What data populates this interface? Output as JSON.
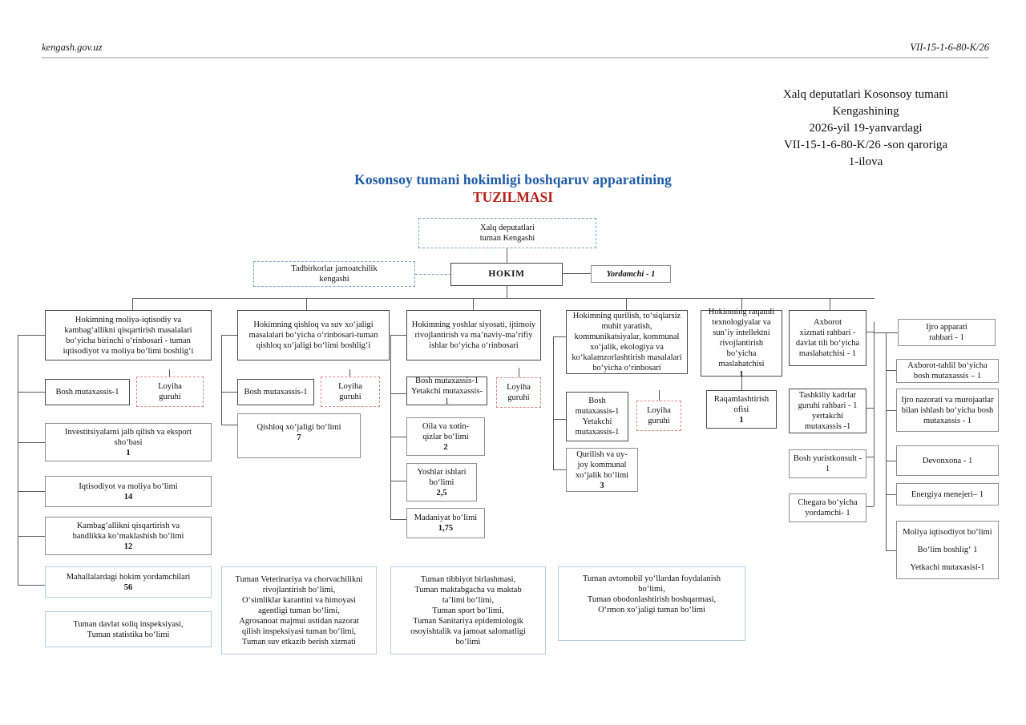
{
  "header": {
    "site": "kengash.gov.uz",
    "doc_code": "VII-15-1-6-80-K/26"
  },
  "approval": {
    "line1": "Xalq deputatlari Kosonsoy tumani",
    "line2": "Kengashining",
    "line3": "2026-yil 19-yanvardagi",
    "line4": "VII-15-1-6-80-K/26 -son qaroriga",
    "line5": "1-ilova"
  },
  "title": {
    "line1": "Kosonsoy tumani hokimligi boshqaruv apparatining",
    "line2": "TUZILMASI",
    "color1": "#1f5ca8",
    "color2": "#b51f18"
  },
  "top": {
    "council": "Xalq deputatlari\ntuman Kengashi",
    "council_l1": "Xalq deputatlari",
    "council_l2": "tuman Kengashi",
    "entrepreneurs_l1": "Tadbirkorlar jamoatchilik",
    "entrepreneurs_l2": "kengashi",
    "hokim": "HOKIM",
    "assistant": "Yordamchi - 1"
  },
  "col1": {
    "head": "Hokimning moliya-iqtisodiy va kambag‘allikni qisqartirish masalalari bo‘yicha birinchi o‘rinbosari - tuman iqtisodiyot va moliya bo‘limi boshlig‘i",
    "chief_spec": "Bosh mutaxassis-1",
    "project_group_l1": "Loyiha",
    "project_group_l2": "guruhi",
    "invest_l1": "Investitsiyalarni jalb qilish va eksport",
    "invest_l2": "sho‘basi",
    "invest_num": "1",
    "econ_l1": "Iqtisodiyot va moliya bo‘limi",
    "econ_num": "14",
    "poverty_l1": "Kambag‘allikni  qisqartirish va",
    "poverty_l2": "bandlikka ko‘maklashish bo‘limi",
    "poverty_num": "12",
    "mahalla_l1": "Mahallalardagi hokim yordamchilari",
    "mahalla_num": "56",
    "tax_l1": "Tuman davlat soliq inspeksiyasi,",
    "tax_l2": "Tuman statistika bo‘limi"
  },
  "col2": {
    "head": "Hokimning qishloq va suv xo‘jaligi masalalari bo‘yicha o‘rinbosari-tuman qishloq xo‘jaligi bo‘limi boshlig‘i",
    "chief_spec": "Bosh mutaxassis-1",
    "project_group_l1": "Loyiha",
    "project_group_l2": "guruhi",
    "agri_l1": "Qishloq xo‘jaligi bo‘limi",
    "agri_num": "7",
    "vet_l1": "Tuman Veterinariya va chorvachilikni",
    "vet_l2": "rivojlantirish bo‘limi,",
    "vet_l3": "O‘simliklar karantini va himoyasi",
    "vet_l4": "agentligi tuman bo‘limi,",
    "vet_l5": "Agrosanoat majmui ustidan nazorat",
    "vet_l6": "qilish inspeksiyasi tuman bo‘limi,",
    "vet_l7": "Tuman suv etkazib berish xizmati"
  },
  "col3": {
    "head": "Hokimning  yoshlar siyosati, ijtimoiy rivojlantirish va ma’naviy-ma’rifiy ishlar bo‘yicha o‘rinbosari",
    "spec_l1": "Bosh mutaxassis-1",
    "spec_l2": "Yetakchi mutaxassis-1",
    "project_group_l1": "Loyiha",
    "project_group_l2": "guruhi",
    "family_l1": "Oila va xotin-",
    "family_l2": "qizlar bo‘limi",
    "family_num": "2",
    "youth_l1": "Yoshlar ishlari",
    "youth_l2": "bo‘limi",
    "youth_num": "2,5",
    "culture_l1": "Madaniyat bo‘limi",
    "culture_num": "1,75",
    "health_l1": "Tuman tibbiyot birlashmasi,",
    "health_l2": "Tuman maktabgacha va maktab",
    "health_l3": "ta’limi bo‘limi,",
    "health_l4": "Tuman sport bo‘limi,",
    "health_l5": "Tuman Sanitariya epidemiologik",
    "health_l6": "osoyishtalik va jamoat salomatligi",
    "health_l7": "bo‘limi"
  },
  "col4": {
    "head": "Hokimning qurilish, to‘siqlarsiz muhit yaratish, kommunikatsiyalar, kommunal xo‘jalik, ekologiya va ko‘kalamzorlashtirish masalalari bo‘yicha o‘rinbosari",
    "spec_l1": "Bosh",
    "spec_l2": "mutaxassis-1",
    "spec_l3": "Yetakchi",
    "spec_l4": "mutaxassis-1",
    "project_group_l1": "Loyiha",
    "project_group_l2": "guruhi",
    "build_l1": "Qurilish va uy-",
    "build_l2": "joy kommunal",
    "build_l3": "xo‘jalik bo‘limi",
    "build_num": "3",
    "roads_l1": "Tuman avtomobil yo‘llardan foydalanish",
    "roads_l2": "bo‘limi,",
    "roads_l3": "Tuman obodonlashtirish boshqarmasi,",
    "roads_l4": "O‘rmon xo‘jaligi tuman bo‘limi"
  },
  "col5": {
    "head_l1": "Hokimning raqamli",
    "head_l2": "texnologiyalar va",
    "head_l3": "sun’iy intellektni",
    "head_l4": "rivojlantirish  bo‘yicha",
    "head_l5": "maslahatchisi",
    "head_num": "1",
    "office_l1": "Raqamlashtirish",
    "office_l2": "ofisi",
    "office_num": "1"
  },
  "col6": {
    "head_l1": "Axborot",
    "head_l2": "xizmati rahbari -",
    "head_l3": "davlat tili bo‘yicha",
    "head_l4": "maslahatchisi - 1",
    "hr_l1": "Tashkiliy kadrlar",
    "hr_l2": "guruhi rahbari - 1",
    "hr_l3": "yertakchi",
    "hr_l4": "mutaxassis -1",
    "jurist_l1": "Bosh yuristkonsult -",
    "jurist_l2": "1",
    "border_l1": "Chegara bo‘yicha",
    "border_l2": "yordamchi- 1"
  },
  "col7": {
    "apparatus_l1": "Ijro apparati",
    "apparatus_l2": "rahbari - 1",
    "analysis_l1": "Axborot-tahlil bo‘yicha",
    "analysis_l2": "bosh mutaxassis – 1",
    "control_l1": "Ijro nazorati va murojaatlar",
    "control_l2": "bilan ishlash bo‘yicha bosh",
    "control_l3": "mutaxassis - 1",
    "chancery": "Devonxona - 1",
    "energy": "Energiya menejeri– 1",
    "finance_l1": "Moliya iqtisodiyot bo‘limi",
    "finance_l2": "Bo‘lim boshlig‘ 1",
    "finance_l3": "Yetkachi mutaxasisi-1"
  }
}
